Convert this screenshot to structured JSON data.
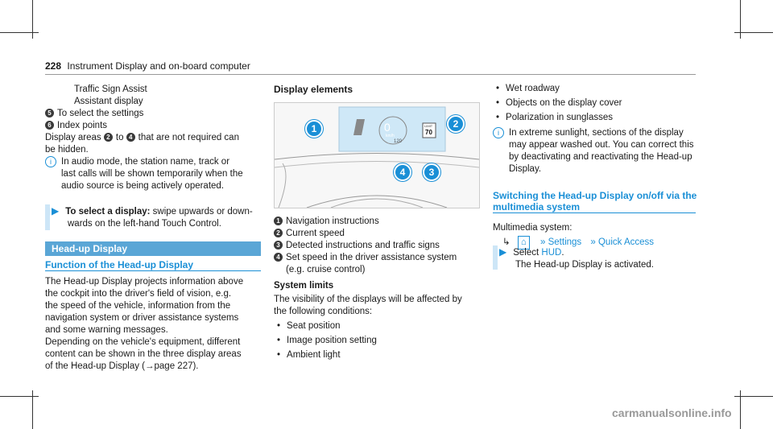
{
  "header": {
    "page_number": "228",
    "title": "Instrument Display and on-board computer"
  },
  "col1": {
    "items_top": [
      "Traffic Sign Assist",
      "Assistant display"
    ],
    "items_numbered": [
      {
        "num": "5",
        "text": "To select the settings"
      },
      {
        "num": "6",
        "text": "Index points"
      }
    ],
    "para1": [
      "Display areas",
      "to",
      "that are not required can",
      "be hidden."
    ],
    "para1_nums": [
      "2",
      "4"
    ],
    "note1": [
      "In audio mode, the station name, track or",
      "last calls will be shown temporarily when the",
      "audio source is being actively operated."
    ],
    "step1_bold": "To select a display:",
    "step1": [
      " swipe upwards or down-",
      "wards on the left-hand Touch Control."
    ],
    "section_bar": "Head-up Display",
    "section_sub": "Function of the Head-up Display",
    "para2": [
      "The Head-up Display projects information above",
      "the cockpit into the driver's field of vision, e.g.",
      "the speed of the vehicle, information from the",
      "navigation system or driver assistance systems",
      "and some warning messages."
    ],
    "para3": [
      "Depending on the vehicle's equipment, different",
      "content can be shown in the three display areas",
      "of the Head-up Display (",
      "page 227)."
    ]
  },
  "col2": {
    "heading": "Display elements",
    "figure_callouts": [
      "1",
      "2",
      "3",
      "4"
    ],
    "figure_speed": "0",
    "figure_unit": "km/h",
    "figure_limit": "70",
    "figure_limit_label": "LIMIT",
    "figure_set": "120",
    "legend": [
      {
        "num": "1",
        "text": "Navigation instructions"
      },
      {
        "num": "2",
        "text": "Current speed"
      },
      {
        "num": "3",
        "text": "Detected instructions and traffic signs"
      },
      {
        "num": "4",
        "text": "Set speed in the driver assistance system"
      }
    ],
    "legend_cont": "(e.g. cruise control)",
    "limits_heading": "System limits",
    "limits_intro": [
      "The visibility of the displays will be affected by",
      "the following conditions:"
    ],
    "limits_items": [
      "Seat position",
      "Image position setting",
      "Ambient light"
    ]
  },
  "col3": {
    "items": [
      "Wet roadway",
      "Objects on the display cover",
      "Polarization in sunglasses"
    ],
    "note": [
      "In extreme sunlight, sections of the display",
      "may appear washed out. You can correct this",
      "by deactivating and reactivating the Head-up",
      "Display."
    ],
    "sub_h": [
      "Switching the Head-up Display on/off via the",
      "multimedia system"
    ],
    "mm_label": "Multimedia system:",
    "path": [
      "Settings",
      "Quick Access"
    ],
    "step_prefix": "Select ",
    "step_hud": "HUD",
    "step_result": "The Head-up Display is activated."
  },
  "colors": {
    "accent": "#1a8fd6",
    "bar": "#5aa6d6"
  }
}
